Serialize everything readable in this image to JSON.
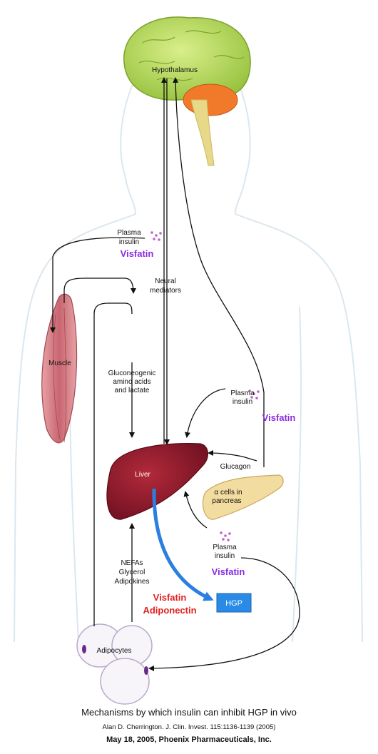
{
  "diagram": {
    "organs": {
      "brain": "Hypothalamus",
      "muscle": "Muscle",
      "liver": "Liver",
      "pancreas_line1": "α cells in",
      "pancreas_line2": "pancreas",
      "adipose": "Adipocytes"
    },
    "labels": {
      "neural_line1": "Neural",
      "neural_line2": "mediators",
      "gluco_line1": "Gluconeogenic",
      "gluco_line2": "amino acids",
      "gluco_line3": "and lactate",
      "glucagon": "Glucagon",
      "nefa_line1": "NEFAs",
      "nefa_line2": "Glycerol",
      "nefa_line3": "Adipokines",
      "plasma_line1": "Plasma",
      "plasma_line2": "insulin"
    },
    "factors": {
      "visfatin": "Visfatin",
      "adiponectin": "Adiponectin"
    },
    "output": "HGP"
  },
  "caption": {
    "title": "Mechanisms by which insulin can inhibit HGP in vivo",
    "citation": "Alan D. Cherrington. J. Clin. Invest. 115:1136-1139 (2005)",
    "footer": "May 18, 2005, Phoenix Pharmaceuticals, Inc."
  },
  "colors": {
    "hgp_box": "#2a8be6",
    "hgp_arrow": "#2a7fe0",
    "visfatin": "#8a2be2",
    "visfatin_adiponectin_red": "#e02020",
    "liver": "#8b1a2b",
    "brain": "#b7d75a"
  }
}
